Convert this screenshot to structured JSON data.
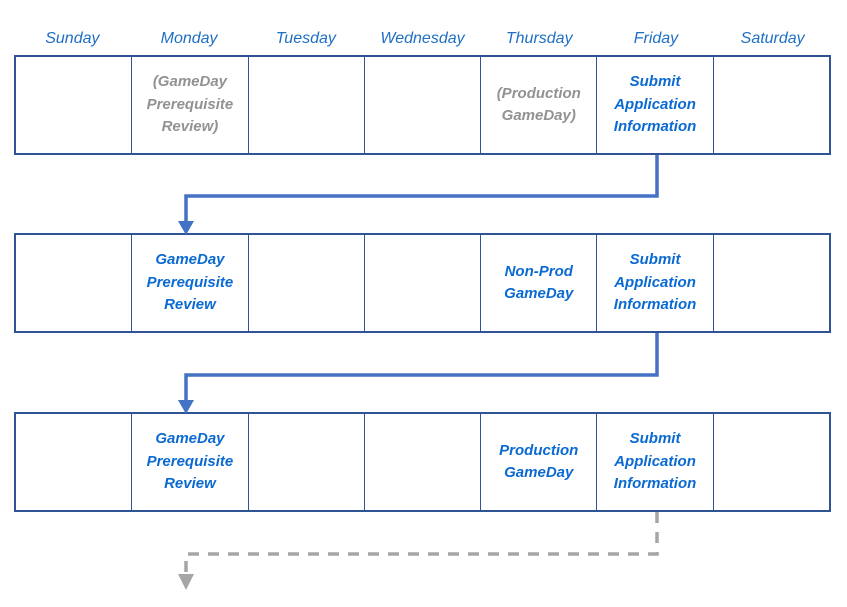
{
  "calendar": {
    "day_headers": [
      "Sunday",
      "Monday",
      "Tuesday",
      "Wednesday",
      "Thursday",
      "Friday",
      "Saturday"
    ],
    "weeks": [
      {
        "name": "week-1",
        "cells": [
          {
            "day": "Sunday",
            "text": "",
            "state": "empty"
          },
          {
            "day": "Monday",
            "text": "(GameDay\nPrerequisite\nReview)",
            "state": "inactive"
          },
          {
            "day": "Tuesday",
            "text": "",
            "state": "empty"
          },
          {
            "day": "Wednesday",
            "text": "",
            "state": "empty"
          },
          {
            "day": "Thursday",
            "text": "(Production\nGameDay)",
            "state": "inactive"
          },
          {
            "day": "Friday",
            "text": "Submit\nApplication\nInformation",
            "state": "active"
          },
          {
            "day": "Saturday",
            "text": "",
            "state": "empty"
          }
        ]
      },
      {
        "name": "week-2",
        "cells": [
          {
            "day": "Sunday",
            "text": "",
            "state": "empty"
          },
          {
            "day": "Monday",
            "text": "GameDay\nPrerequisite\nReview",
            "state": "active"
          },
          {
            "day": "Tuesday",
            "text": "",
            "state": "empty"
          },
          {
            "day": "Wednesday",
            "text": "",
            "state": "empty"
          },
          {
            "day": "Thursday",
            "text": "Non-Prod\nGameDay",
            "state": "active"
          },
          {
            "day": "Friday",
            "text": "Submit\nApplication\nInformation",
            "state": "active"
          },
          {
            "day": "Saturday",
            "text": "",
            "state": "empty"
          }
        ]
      },
      {
        "name": "week-3",
        "cells": [
          {
            "day": "Sunday",
            "text": "",
            "state": "empty"
          },
          {
            "day": "Monday",
            "text": "GameDay\nPrerequisite\nReview",
            "state": "active"
          },
          {
            "day": "Tuesday",
            "text": "",
            "state": "empty"
          },
          {
            "day": "Wednesday",
            "text": "",
            "state": "empty"
          },
          {
            "day": "Thursday",
            "text": "Production\nGameDay",
            "state": "active"
          },
          {
            "day": "Friday",
            "text": "Submit\nApplication\nInformation",
            "state": "active"
          },
          {
            "day": "Saturday",
            "text": "",
            "state": "empty"
          }
        ]
      }
    ],
    "connectors": [
      {
        "name": "connector-week1-to-week2",
        "style": "solid",
        "from": "week-1 Friday",
        "to": "week-2 Monday"
      },
      {
        "name": "connector-week2-to-week3",
        "style": "solid",
        "from": "week-2 Friday",
        "to": "week-3 Monday"
      },
      {
        "name": "connector-week3-continues",
        "style": "dashed",
        "from": "week-3 Friday",
        "to": "next-cycle"
      }
    ]
  },
  "colors": {
    "grid_border": "#2e5496",
    "active_text": "#0b6ad2",
    "inactive_text": "#929292",
    "header_text": "#1f6fc4",
    "connector_solid": "#4472c4",
    "connector_dashed": "#a6a6a6",
    "background": "#ffffff"
  }
}
